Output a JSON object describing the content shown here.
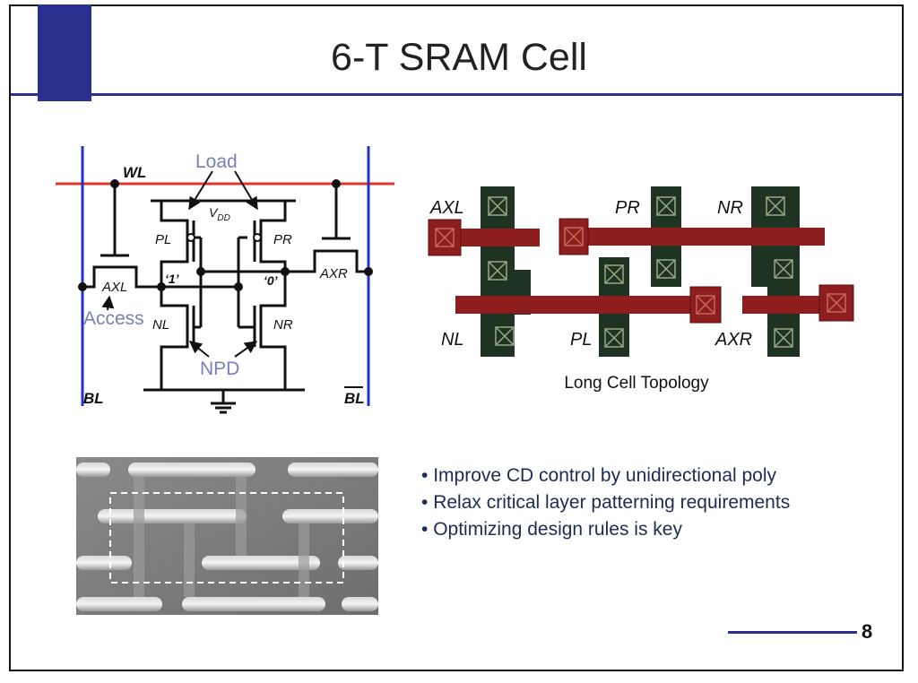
{
  "slide": {
    "title": "6-T SRAM Cell",
    "page_number": "8"
  },
  "schematic": {
    "wl_label": "WL",
    "bl_label": "BL",
    "blbar_label": "BL",
    "load_label": "Load",
    "vdd_label": "V",
    "vdd_sub": "DD",
    "pl_label": "PL",
    "pr_label": "PR",
    "nl_label": "NL",
    "nr_label": "NR",
    "axl_label": "AXL",
    "axr_label": "AXR",
    "node_left": "‘1’",
    "node_right": "‘0’",
    "access_label": "Access",
    "npd_label": "NPD"
  },
  "layout_diagram": {
    "caption": "Long Cell Topology",
    "labels": {
      "axl": "AXL",
      "pr": "PR",
      "nr": "NR",
      "nl": "NL",
      "pl": "PL",
      "axr": "AXR"
    }
  },
  "bullets": [
    "Improve CD control by unidirectional poly",
    "Relax critical layer patterning requirements",
    "Optimizing design rules is key"
  ],
  "colors": {
    "accent": "#2b2f8e",
    "wordline": "#e0352b",
    "bitline": "#2233cc",
    "label_purple": "#7b7fb8",
    "poly": "#8e1d1d",
    "active": "#1e3322",
    "contact": "#7a8a66"
  }
}
